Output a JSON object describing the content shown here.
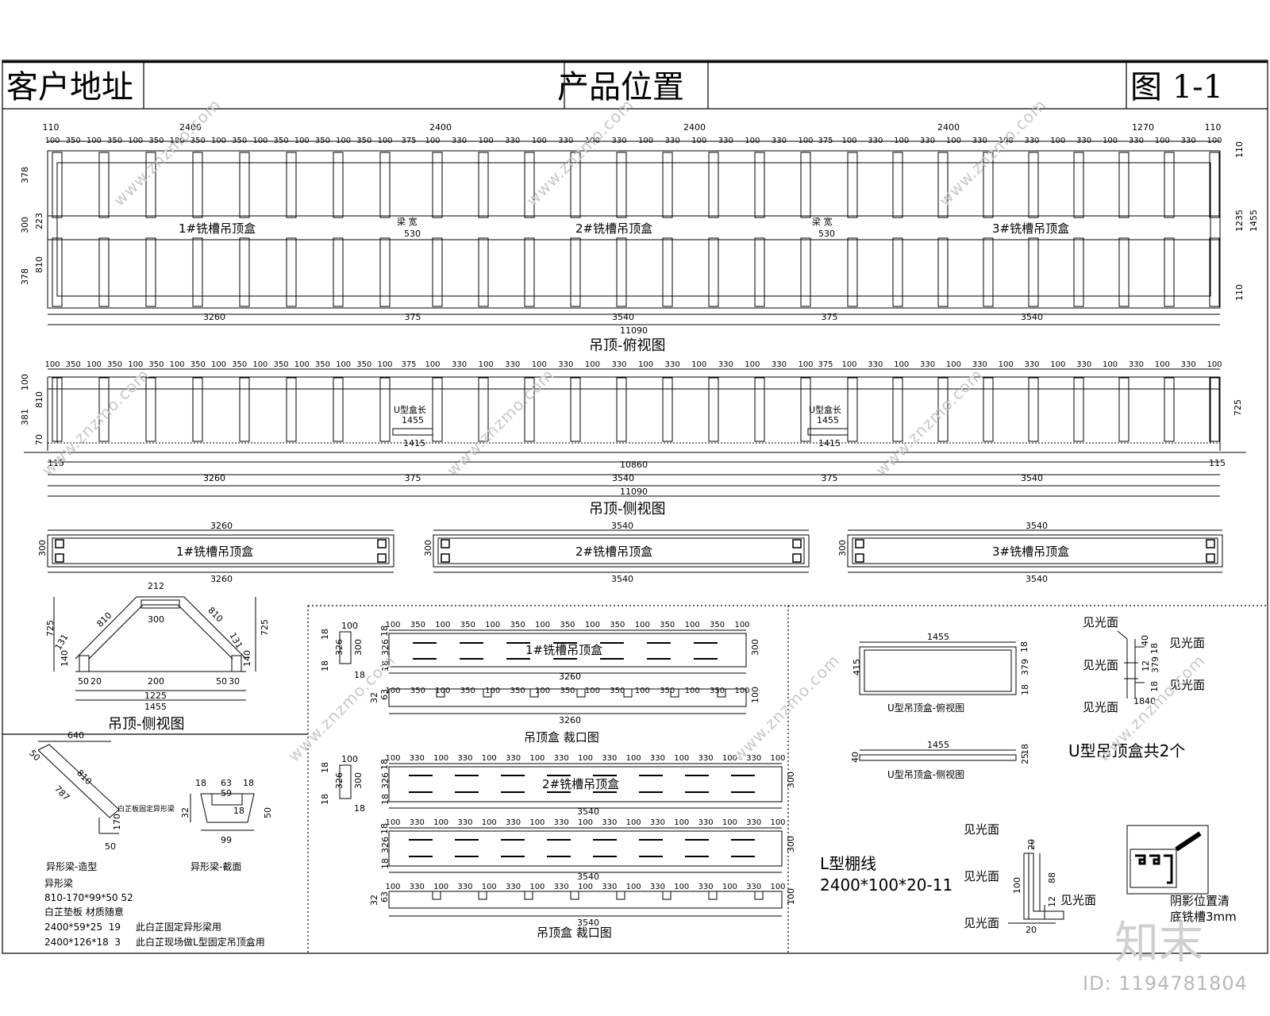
{
  "header": {
    "customer_address": "客户地址",
    "product_position": "产品位置",
    "figure_no": "图 1-1"
  },
  "top_view": {
    "title": "吊顶-俯视图",
    "top_segments": [
      "110",
      "2400",
      "2400",
      "2400",
      "2400",
      "1270",
      "110"
    ],
    "repeat_100_350": [
      "100",
      "350",
      "100",
      "350",
      "100",
      "350",
      "100",
      "350",
      "100",
      "350",
      "100",
      "350",
      "100",
      "350",
      "100",
      "350",
      "100"
    ],
    "repeat_100_330": [
      "100",
      "330",
      "100",
      "330",
      "100",
      "330",
      "100",
      "330",
      "100",
      "330",
      "100",
      "330",
      "100",
      "330",
      "100"
    ],
    "beam_label": "梁 宽",
    "beam_width": "530",
    "box1": "1#铣槽吊顶盒",
    "box2": "2#铣槽吊顶盒",
    "box3": "3#铣槽吊顶盒",
    "left_dims": [
      "378",
      "300",
      "378",
      "810",
      "223"
    ],
    "right_dims": [
      "110",
      "1235",
      "1455",
      "110"
    ],
    "bottom_dims": [
      "3260",
      "375",
      "3540",
      "375",
      "3540"
    ],
    "total": "11090"
  },
  "side_view": {
    "title": "吊顶-侧视图",
    "u_len_label": "U型盒长",
    "u_len": "1455",
    "u_len_sub": "1415",
    "left_dims": [
      "100",
      "810",
      "381",
      "70"
    ],
    "right_dim": "725",
    "edge_left": "115",
    "edge_right": "115",
    "middle_total": "10860",
    "bottom_dims": [
      "3260",
      "375",
      "3540",
      "375",
      "3540"
    ],
    "total": "11090"
  },
  "box_plans": {
    "box1": {
      "label": "1#铣槽吊顶盒",
      "length": "3260",
      "height": "300"
    },
    "box2": {
      "label": "2#铣槽吊顶盒",
      "length": "3540",
      "height": "300"
    },
    "box3": {
      "label": "3#铣槽吊顶盒",
      "length": "3540",
      "height": "300"
    }
  },
  "section": {
    "title": "吊顶-侧视图",
    "top": "212",
    "inner": "300",
    "slope": "810",
    "h_left": "725",
    "h_right": "725",
    "h_small_l": "140",
    "h_small_r": "140",
    "ang_l": "131",
    "ang_r": "131",
    "bottom_inner": "200",
    "foot_l": "50",
    "foot_l2": "20",
    "foot_r": "50",
    "foot_r2": "30",
    "width_1": "1225",
    "width_2": "1455"
  },
  "beam": {
    "shape_title": "异形梁-造型",
    "section_title": "异形梁-截面",
    "top_len": "640",
    "slope": "810",
    "len2": "787",
    "small": "50",
    "h170": "170",
    "bottom": "50",
    "note_small": "白芷板固定异形梁",
    "sec_top": [
      "18",
      "63",
      "18"
    ],
    "sec_inner": "59",
    "sec_w": "99",
    "sec_h": "50",
    "sec_side": "32",
    "sec_inner_h": "18",
    "notes": [
      "异形梁",
      "810-170*99*50  52",
      "白芷垫板  材质随意",
      "2400*59*25  19     此白芷固定异形梁用",
      "2400*126*18  3     此白芷现场做L型固定吊顶盒用"
    ]
  },
  "cut_box1": {
    "top_dims": [
      "100",
      "350",
      "100",
      "350",
      "100",
      "350",
      "100",
      "350",
      "100",
      "350",
      "100",
      "350",
      "100",
      "350",
      "100"
    ],
    "label": "1#铣槽吊顶盒",
    "length": "3260",
    "height": "300",
    "left_dims": [
      "18",
      "326",
      "18"
    ],
    "lower_dims": [
      "100",
      "350",
      "100",
      "350",
      "100",
      "350",
      "100",
      "350",
      "100",
      "350",
      "100",
      "350",
      "100",
      "350",
      "100"
    ],
    "lower_length": "3260",
    "lower_h": "100",
    "lower_left": [
      "63",
      "32"
    ],
    "title": "吊顶盒 裁口图",
    "sec_dims": [
      "100",
      "300",
      "18",
      "326",
      "18",
      "18"
    ]
  },
  "cut_box2": {
    "top_dims": [
      "100",
      "330",
      "100",
      "330",
      "100",
      "330",
      "100",
      "330",
      "100",
      "330",
      "100",
      "330",
      "100",
      "330",
      "100",
      "330",
      "100"
    ],
    "label": "2#铣槽吊顶盒",
    "length": "3540",
    "height": "300",
    "left_dims": [
      "18",
      "326",
      "18"
    ],
    "mid_dims": [
      "100",
      "330",
      "100",
      "330",
      "100",
      "330",
      "100",
      "330",
      "100",
      "330",
      "100",
      "330",
      "100",
      "330",
      "100",
      "330",
      "100"
    ],
    "mid_length": "3540",
    "mid_height": "300",
    "mid_left": [
      "18",
      "326",
      "18"
    ],
    "lower_dims": [
      "100",
      "330",
      "100",
      "330",
      "100",
      "330",
      "100",
      "330",
      "100",
      "330",
      "100",
      "330",
      "100",
      "330",
      "100",
      "330",
      "100"
    ],
    "lower_length": "3540",
    "lower_h": "100",
    "lower_left": [
      "63",
      "32"
    ],
    "title": "吊顶盒 裁口图",
    "sec_dims": [
      "100",
      "300",
      "18",
      "326",
      "18",
      "18"
    ]
  },
  "u_box": {
    "plan_title": "U型吊顶盒-俯视图",
    "plan_len": "1455",
    "plan_w": "415",
    "plan_right": [
      "18",
      "379",
      "18"
    ],
    "side_title": "U型吊顶盒-侧视图",
    "side_len": "1455",
    "side_h": "40",
    "side_right": [
      "18",
      "25"
    ],
    "count_note": "U型吊顶盒共2个",
    "visible_face": "见光面",
    "detail_dims": [
      "40",
      "18",
      "379",
      "18",
      "12",
      "18",
      "40"
    ]
  },
  "l_line": {
    "title": "L型棚线",
    "spec": "2400*100*20-11",
    "visible_face": "见光面",
    "dims": [
      "20",
      "88",
      "100",
      "12",
      "20"
    ],
    "shadow_note_1": "阴影位置清",
    "shadow_note_2": "底铣槽3mm"
  },
  "brand": "知末",
  "id_text": "ID: 1194781804",
  "watermark": "www.znzmo.com"
}
